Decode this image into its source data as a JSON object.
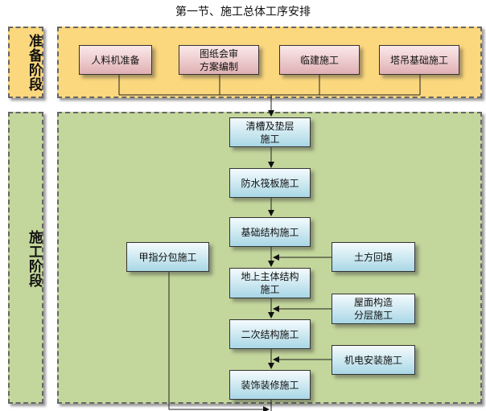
{
  "title": "第一节、施工总体工序安排",
  "prep_stage": {
    "label": "准备阶段",
    "items": [
      "人料机准备",
      "图纸会审\n方案编制",
      "临建施工",
      "塔吊基础施工"
    ]
  },
  "construction_stage": {
    "label": "施工阶段",
    "main_flow": [
      "清槽及垫层\n施工",
      "防水筏板施工",
      "基础结构施工",
      "地上主体结构\n施工",
      "二次结构施工",
      "装饰装修施工"
    ],
    "side_inputs": [
      "土方回填",
      "屋面构造\n分层施工",
      "机电安装施工"
    ],
    "owner_subcontract": "甲指分包施工"
  }
}
